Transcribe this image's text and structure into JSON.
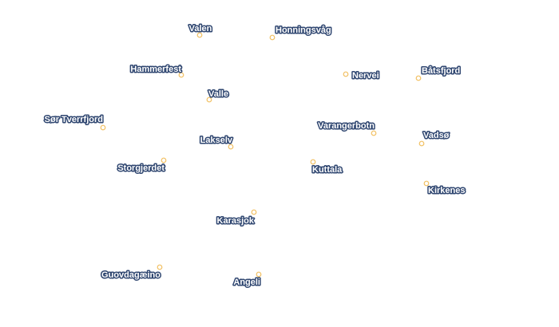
{
  "map": {
    "marker_color": "#f2c062",
    "label_fill": "#ffffff",
    "label_halo": "#2f4670",
    "places": [
      {
        "name": "Valen"
      },
      {
        "name": "Honningsvåg"
      },
      {
        "name": "Hammerfest"
      },
      {
        "name": "Nervei"
      },
      {
        "name": "Båtsfjord"
      },
      {
        "name": "Valle"
      },
      {
        "name": "Sør Tverrfjord"
      },
      {
        "name": "Varangerbotn"
      },
      {
        "name": "Vadsø"
      },
      {
        "name": "Lakselv"
      },
      {
        "name": "Storgjerdet"
      },
      {
        "name": "Kuttala"
      },
      {
        "name": "Kirkenes"
      },
      {
        "name": "Karasjok"
      },
      {
        "name": "Guovdagæino"
      },
      {
        "name": "Angeli"
      }
    ]
  }
}
